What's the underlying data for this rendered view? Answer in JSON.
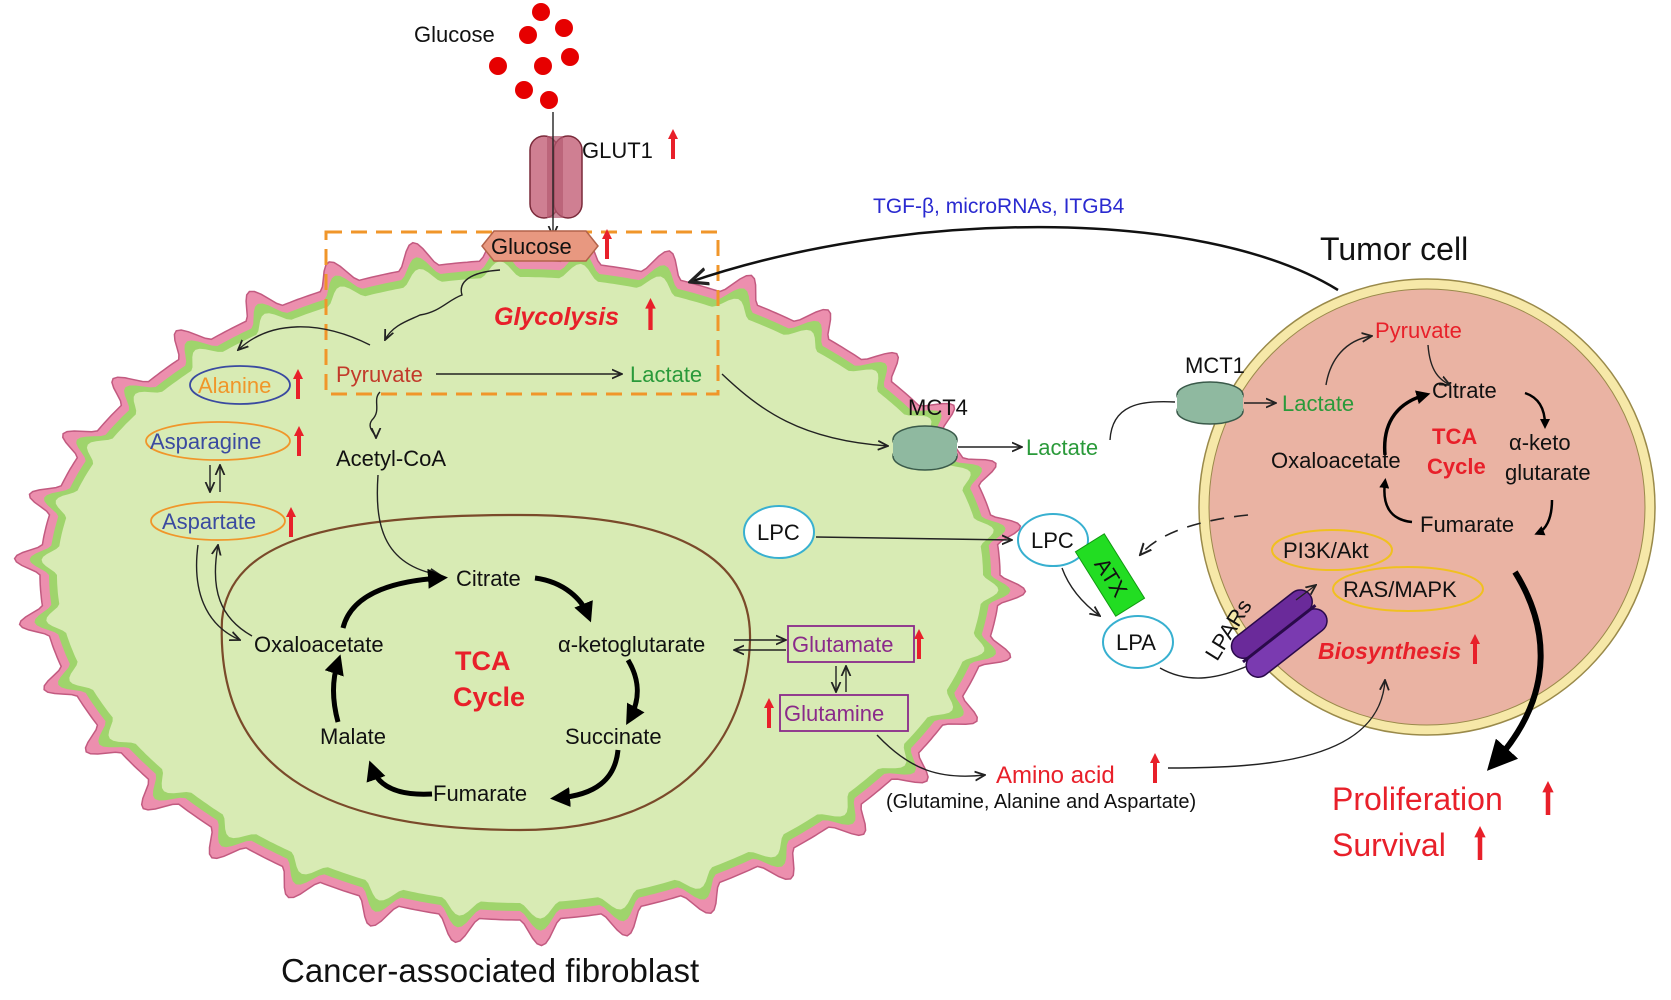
{
  "labels": {
    "glucose_outside": "Glucose",
    "glut1": "GLUT1",
    "glucose_inside": "Glucose",
    "glycolysis": "Glycolysis",
    "pyruvate_caf": "Pyruvate",
    "lactate_caf": "Lactate",
    "alanine": "Alanine",
    "asparagine": "Asparagine",
    "aspartate": "Aspartate",
    "acetyl_coa": "Acetyl-CoA",
    "citrate_caf": "Citrate",
    "akg_caf": "α-ketoglutarate",
    "oxaloacetate_caf": "Oxaloacetate",
    "tca_caf_1": "TCA",
    "tca_caf_2": "Cycle",
    "malate": "Malate",
    "succinate": "Succinate",
    "fumarate_caf": "Fumarate",
    "glutamate": "Glutamate",
    "glutamine": "Glutamine",
    "mct4": "MCT4",
    "lactate_mid": "Lactate",
    "lpc_caf": "LPC",
    "lpc_mid": "LPC",
    "atx": "ATX",
    "lpa": "LPA",
    "lpars": "LPARs",
    "signal": "TGF-β, microRNAs, ITGB4",
    "tumor_cell": "Tumor cell",
    "mct1": "MCT1",
    "lactate_tumor": "Lactate",
    "pyruvate_tumor": "Pyruvate",
    "citrate_tumor": "Citrate",
    "tca_tumor_1": "TCA",
    "tca_tumor_2": "Cycle",
    "akg_tumor_1": "α-keto",
    "akg_tumor_2": "glutarate",
    "oxaloacetate_tumor": "Oxaloacetate",
    "fumarate_tumor": "Fumarate",
    "pi3k": "PI3K/Akt",
    "rasmapk": "RAS/MAPK",
    "biosynthesis": "Biosynthesis",
    "amino_acid": "Amino acid",
    "amino_acid_sub": "(Glutamine, Alanine and Aspartate)",
    "proliferation": "Proliferation",
    "survival": "Survival",
    "caf_title": "Cancer-associated fibroblast"
  },
  "colors": {
    "caf_fill": "#d8ebb4",
    "caf_outer": "#ec8fae",
    "caf_inner": "#9fd46c",
    "mito_stroke": "#7a4a2a",
    "tumor_fill": "#eab3a3",
    "tumor_ring": "#f6e8a8",
    "up_arrow": "#e8202a",
    "glycolysis_box": "#f0962a",
    "transporter": "#8fb9a0",
    "lpar": "#6a2a9a",
    "atx": "#22dd22"
  }
}
